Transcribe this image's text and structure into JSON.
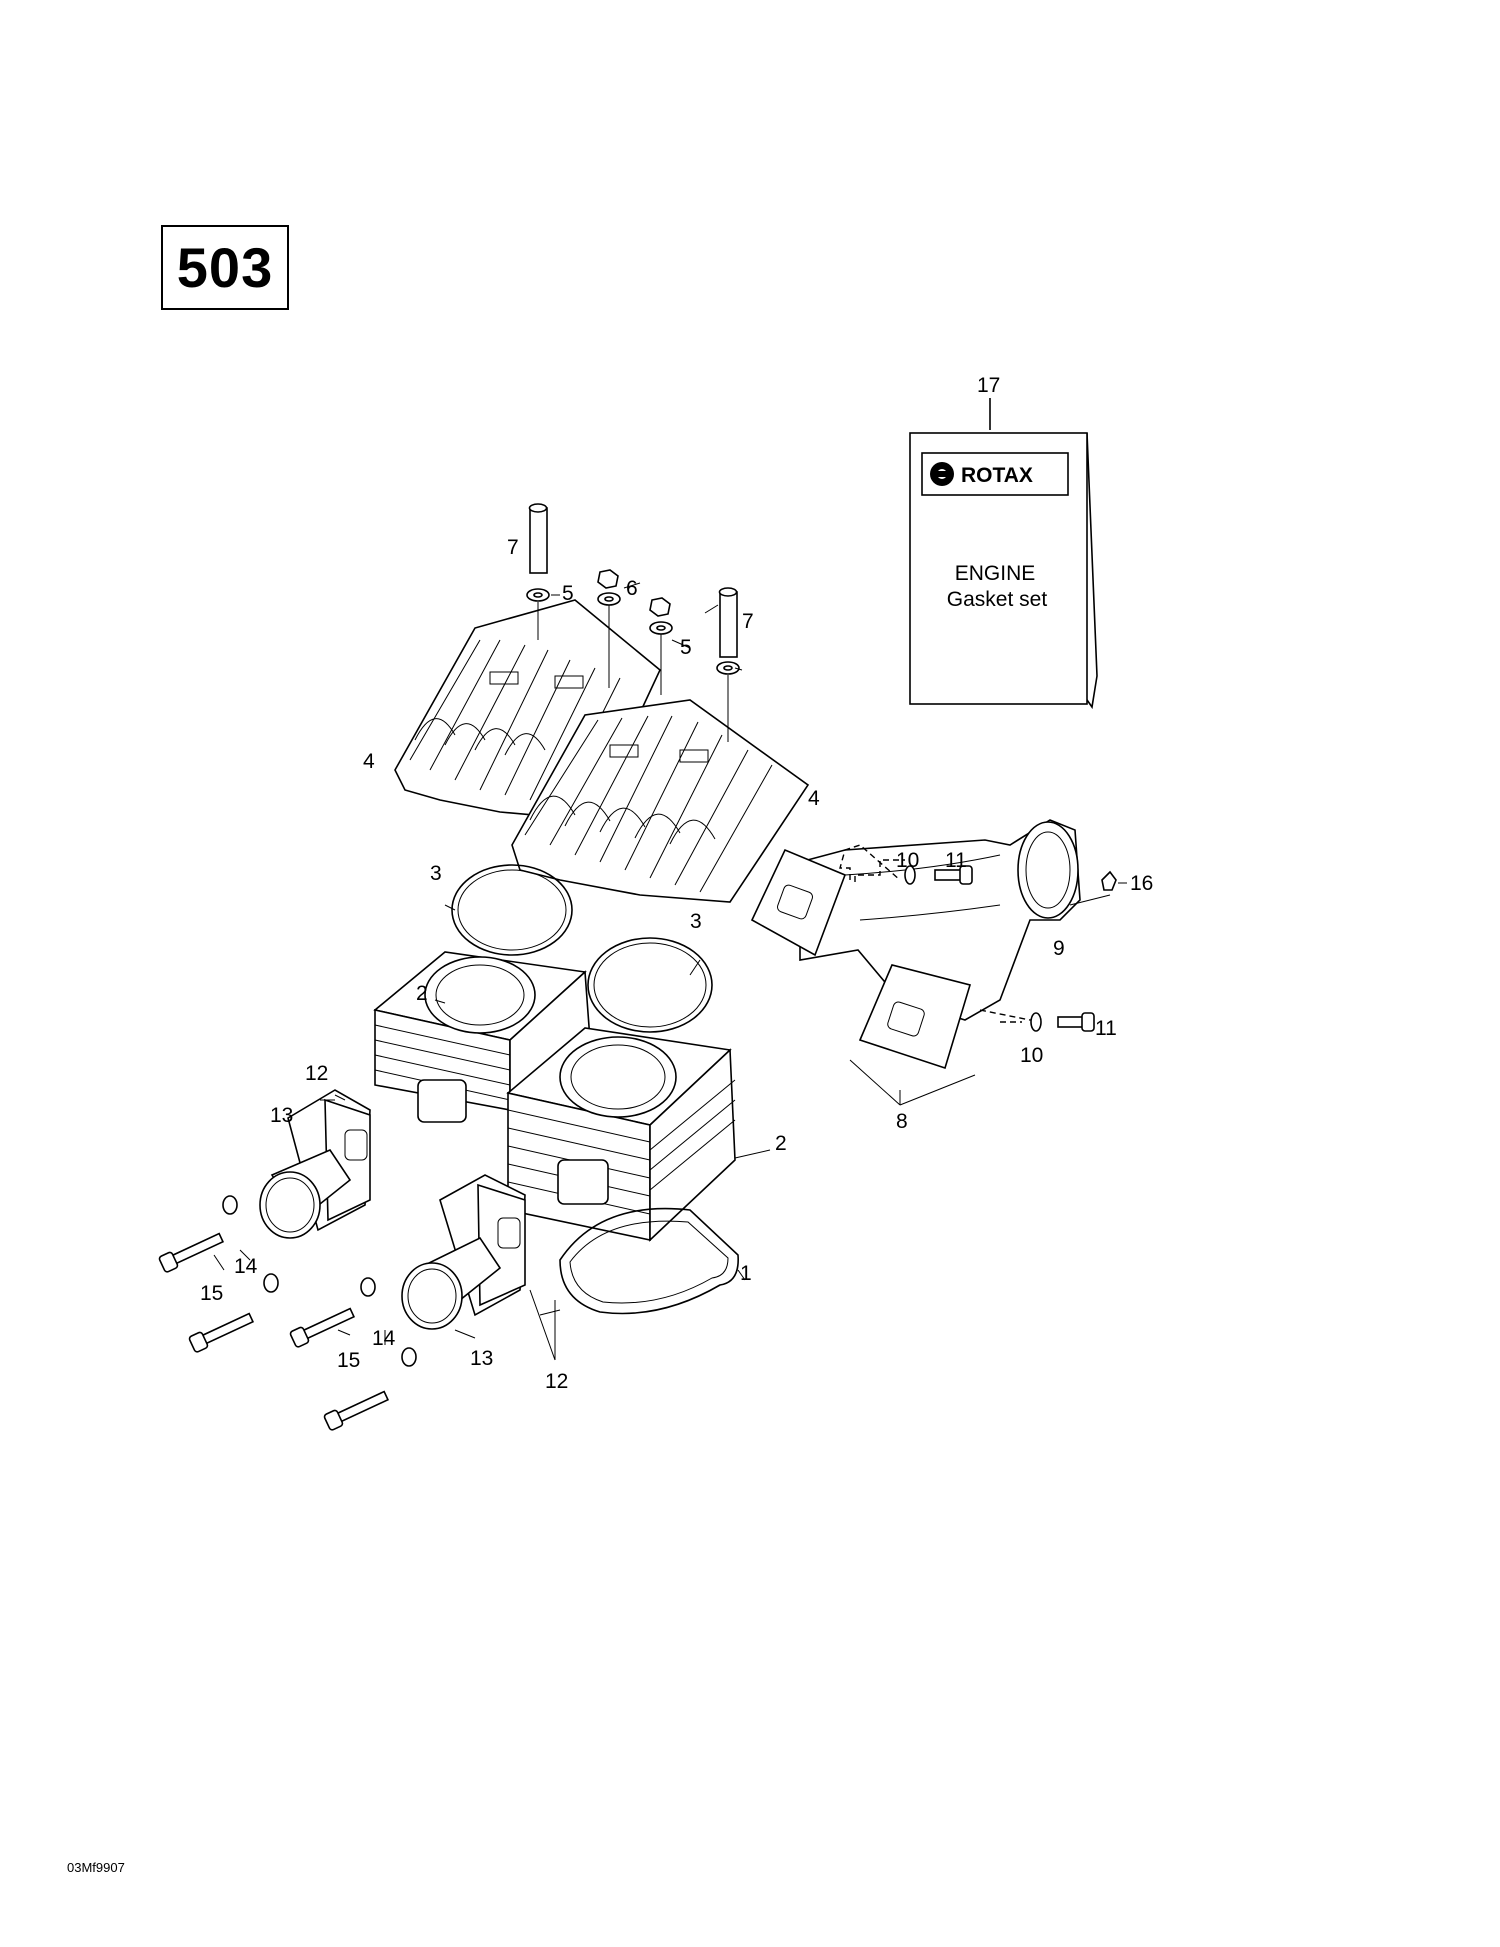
{
  "page_number": "503",
  "drawing_code": "03Mf9907",
  "kit": {
    "brand": "ROTAX",
    "title": "ENGINE",
    "subtitle": "Gasket set"
  },
  "callouts": {
    "c1": "1",
    "c2a": "2",
    "c2b": "2",
    "c3a": "3",
    "c3b": "3",
    "c4a": "4",
    "c4b": "4",
    "c5a": "5",
    "c5b": "5",
    "c6": "6",
    "c7a": "7",
    "c7b": "7",
    "c8": "8",
    "c9": "9",
    "c10a": "10",
    "c10b": "10",
    "c11a": "11",
    "c11b": "11",
    "c12a": "12",
    "c12b": "12",
    "c13a": "13",
    "c13b": "13",
    "c14a": "14",
    "c14b": "14",
    "c15a": "15",
    "c15b": "15",
    "c16": "16",
    "c17": "17"
  }
}
